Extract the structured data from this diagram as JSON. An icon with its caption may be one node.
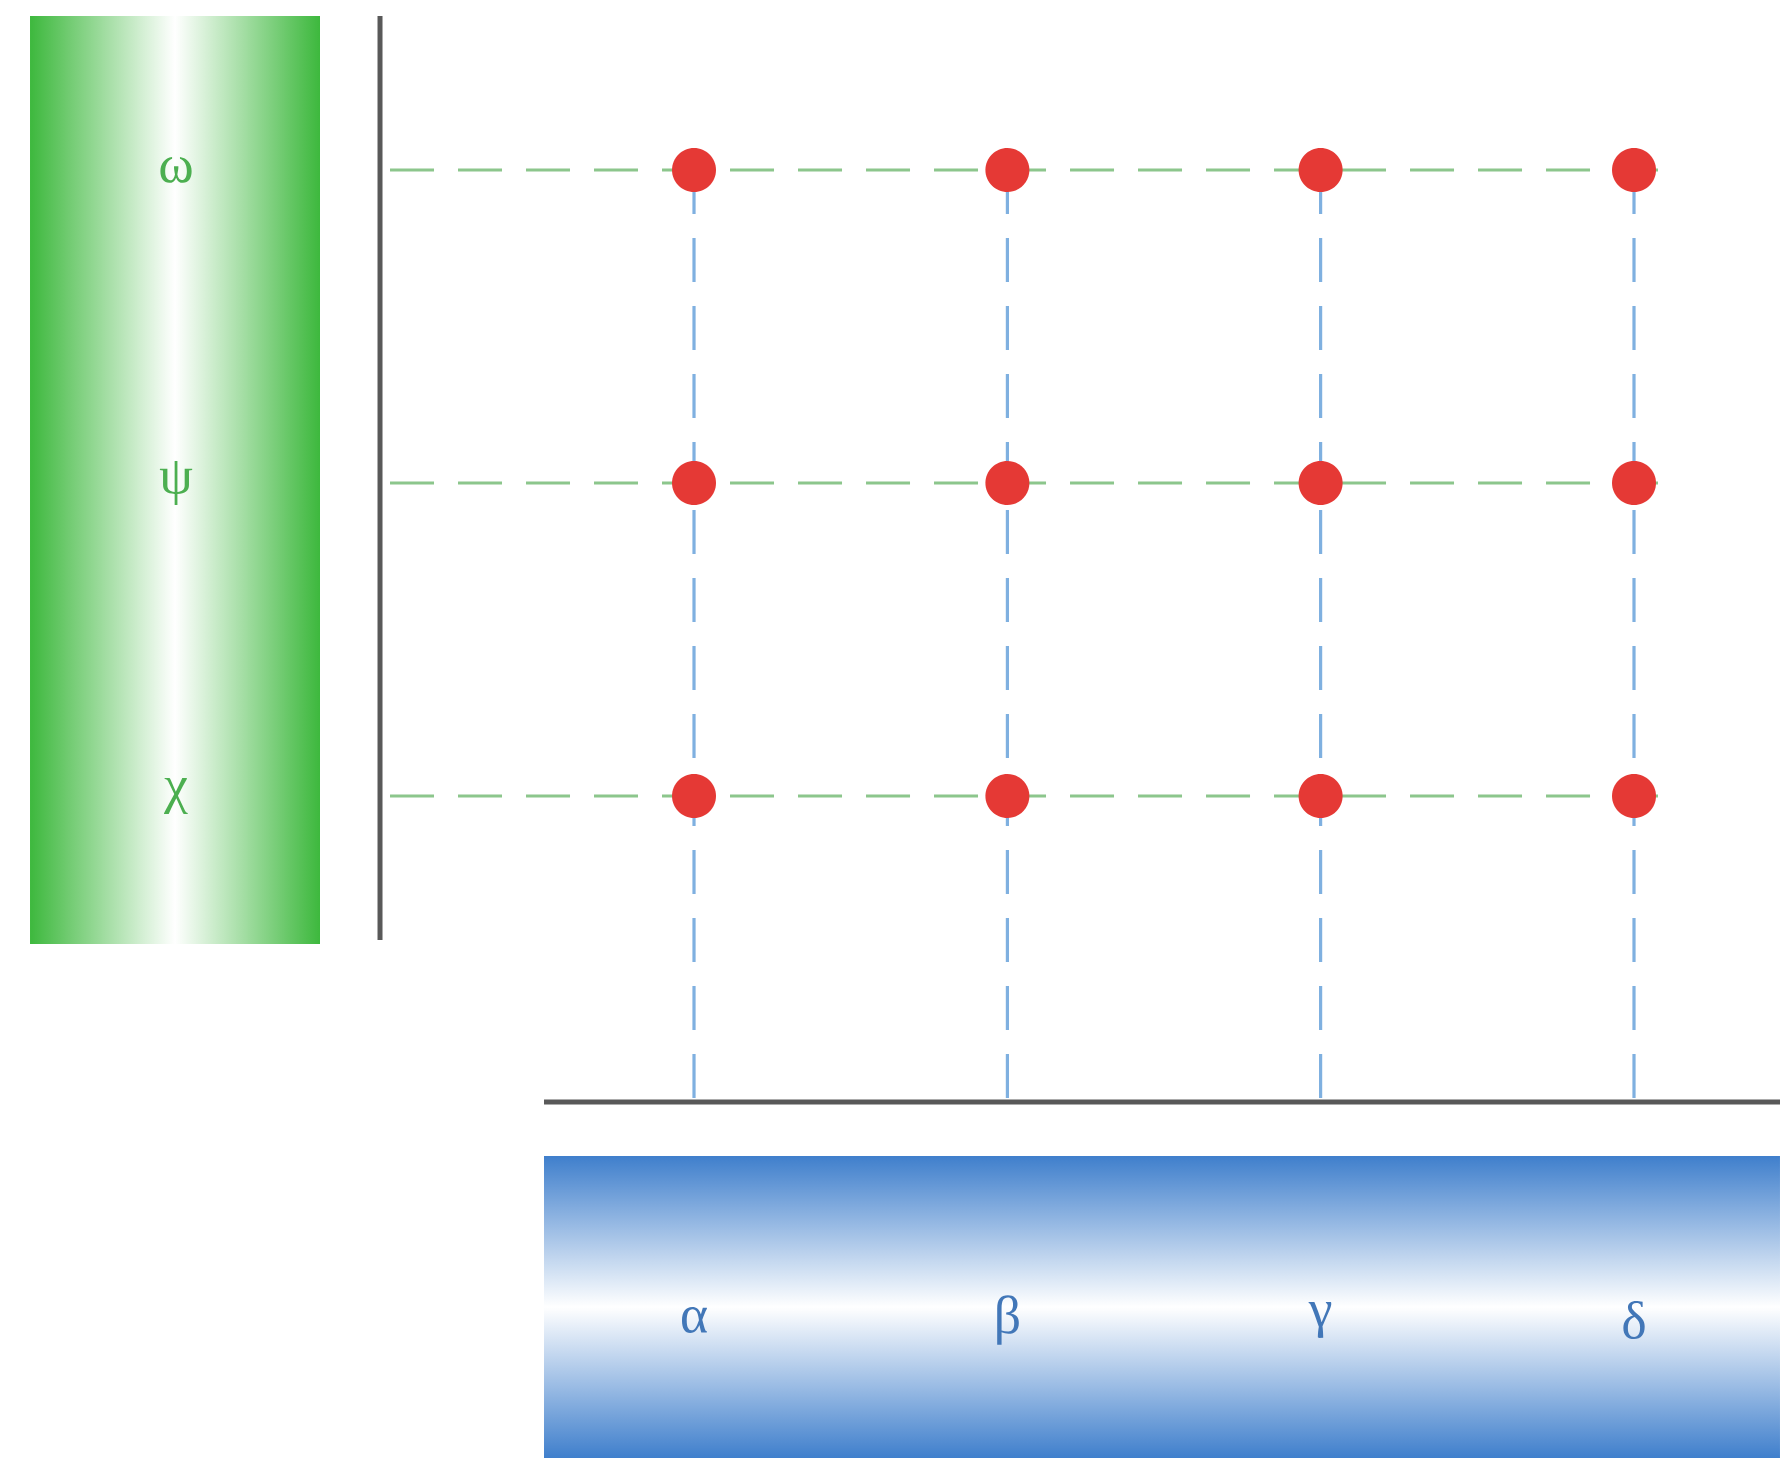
{
  "diagram": {
    "nodes": [
      {
        "text": [
          "ω",
          "ψ",
          "χ"
        ]
      },
      {
        "text": [
          "α",
          "β",
          "γ",
          "δ"
        ]
      }
    ]
  }
}
